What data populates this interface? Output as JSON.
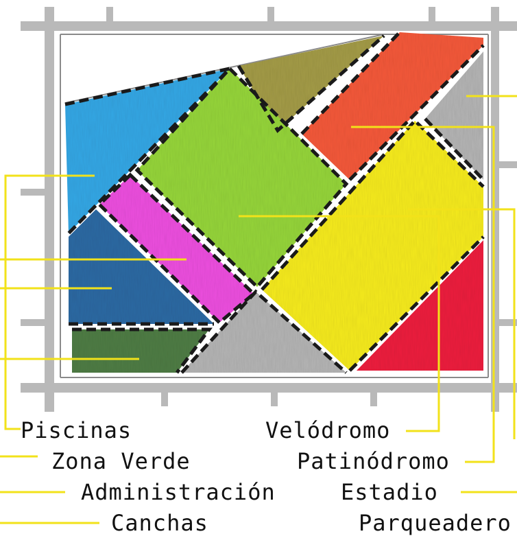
{
  "colors": {
    "frame": "#b9b9b9",
    "frame_line": "#8a8a8a",
    "leader": "#f2e21a",
    "dash": "#1a1a1a",
    "piscinas": "#34a8e6",
    "zona_verde": "#4f7d45",
    "administracion": "#ee4fe0",
    "canchas": "#2d6aa4",
    "velodromo": "#96d63a",
    "patinodromo": "#f5593a",
    "estadio": "#f7ec1e",
    "parqueadero": "#b5b5b5",
    "olive": "#a49c47",
    "red": "#ee1f3e"
  },
  "labels": {
    "piscinas": "Piscinas",
    "zona_verde": "Zona Verde",
    "administracion": "Administración",
    "canchas": "Canchas",
    "velodromo": "Velódromo",
    "patinodromo": "Patinódromo",
    "estadio": "Estadio",
    "parqueadero": "Parqueadero"
  }
}
